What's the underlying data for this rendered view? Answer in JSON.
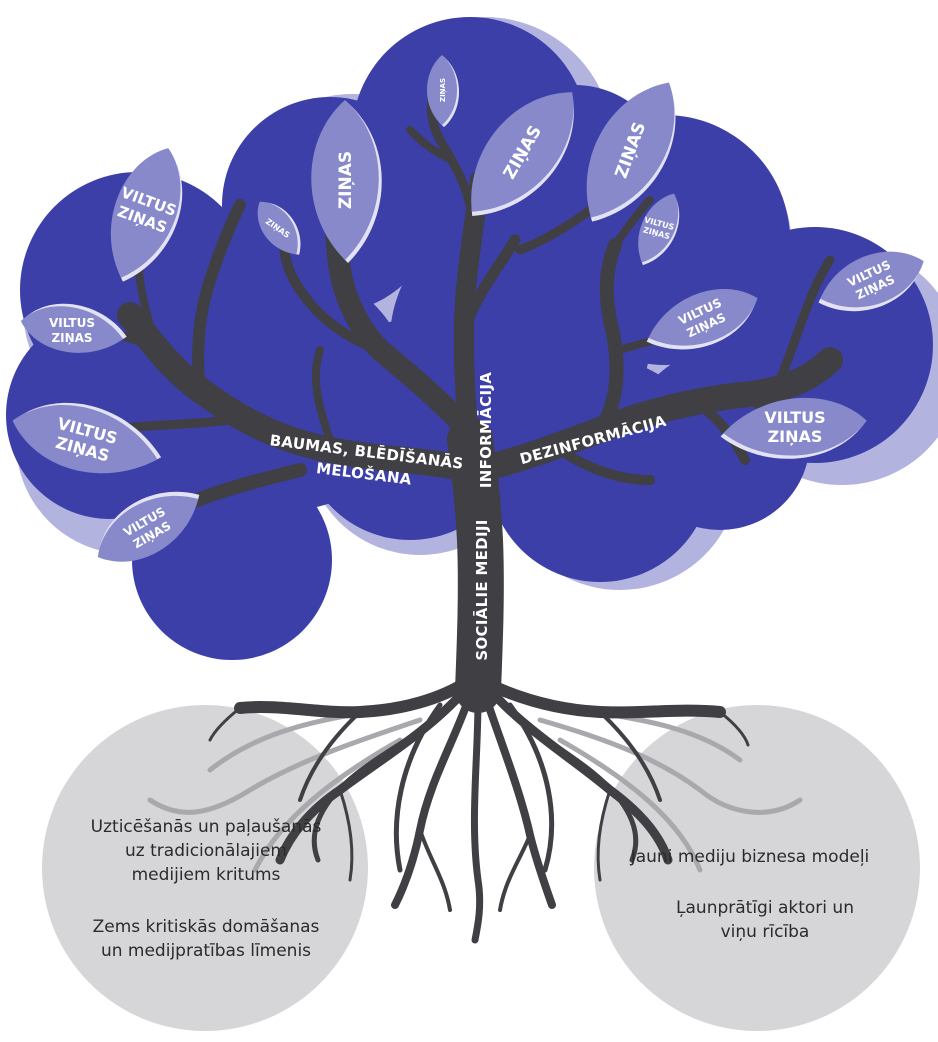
{
  "colors": {
    "canopy": "#3c3fa8",
    "canopy_light": "#b3b3df",
    "leaf": "#8789cb",
    "leaf_edge": "#e2e2f3",
    "trunk": "#3f3f44",
    "root_light": "#a8a8ad",
    "ground_circle": "#d6d6d8"
  },
  "branches": {
    "trunk": "SOCIĀLIE MEDIJI",
    "informacija": "INFORMĀCIJA",
    "dezinformacija": "DEZINFORMĀCIJA",
    "baumas_line1": "BAUMAS, BLĒDĪŠANĀS",
    "baumas_line2": "MELOŠANA"
  },
  "leaves": {
    "viltus": "VILTUS",
    "zinas": "ZIŅAS"
  },
  "roots": {
    "left": {
      "p1_l1": "Uzticēšanās un paļaušanās",
      "p1_l2": "uz tradicionālajiem",
      "p1_l3": "medijiem kritums",
      "p2_l1": "Zems kritiskās domāšanas",
      "p2_l2": "un medijpratības līmenis"
    },
    "right": {
      "p1_l1": "Jauni mediju biznesa modeļi",
      "p2_l1": "Ļaunprātīgi aktori un",
      "p2_l2": "viņu rīcība"
    }
  }
}
